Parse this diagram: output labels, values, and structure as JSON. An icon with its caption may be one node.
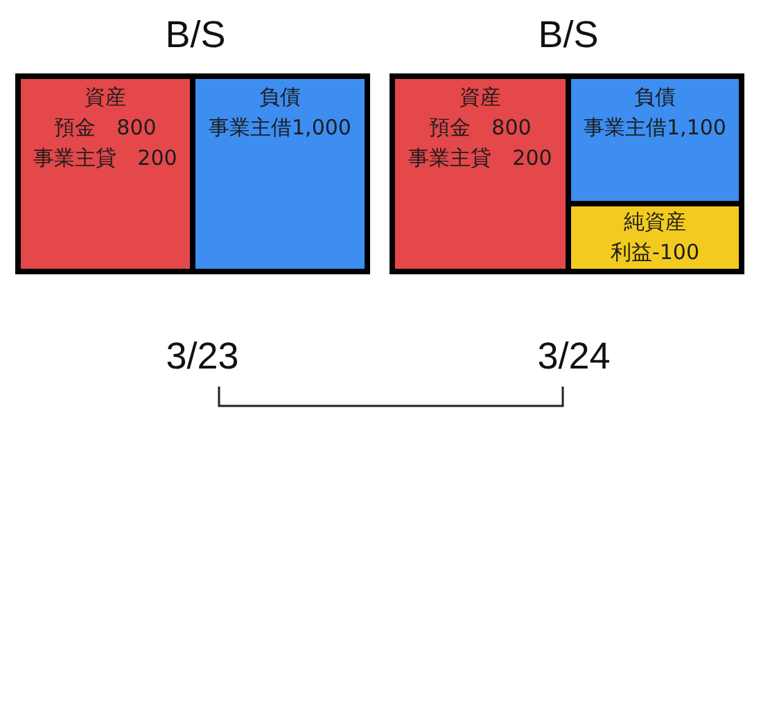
{
  "diagram": {
    "nodes": [
      {
        "text": [
          "資産",
          "預金　800",
          "事業主貸　200"
        ]
      },
      {
        "text": [
          "負債",
          "事業主借1,000"
        ]
      },
      {
        "text": [
          "資産",
          "預金　800",
          "事業主貸　200"
        ]
      },
      {
        "text": [
          "負債",
          "事業主借1,100"
        ]
      },
      {
        "text": [
          "純資産",
          "利益-100"
        ]
      }
    ],
    "labels": [
      "B/S",
      "B/S",
      "3/23",
      "3/24"
    ]
  }
}
